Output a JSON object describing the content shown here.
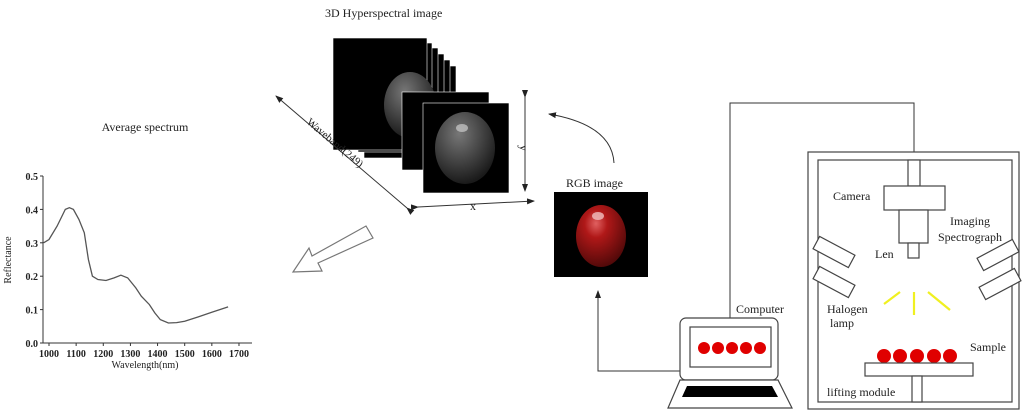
{
  "title_hyper": "3D Hyperspectral image",
  "title_spectrum": "Average spectrum",
  "label_waveband": "Waveband(249)",
  "label_x": "x",
  "label_y": "y",
  "label_rgb": "RGB image",
  "label_computer": "Computer",
  "label_camera": "Camera",
  "label_imaging_1": "Imaging",
  "label_imaging_2": "Spectrograph",
  "label_len": "Len",
  "label_halogen_1": "Halogen",
  "label_halogen_2": "lamp",
  "label_sample": "Sample",
  "label_lifting": "lifting module",
  "colors": {
    "sample": "#e00000",
    "light": "#f0f020"
  },
  "chart_data": {
    "type": "line",
    "title": "Average spectrum",
    "xlabel": "Wavelength(nm)",
    "ylabel": "Reflectance",
    "xlim": [
      978,
      1740
    ],
    "ylim": [
      0,
      0.5
    ],
    "xticks": [
      "1000",
      "1100",
      "1200",
      "1300",
      "1400",
      "1500",
      "1600",
      "1700"
    ],
    "yticks": [
      "0.0",
      "0.1",
      "0.2",
      "0.3",
      "0.4",
      "0.5"
    ],
    "x": [
      980,
      1000,
      1030,
      1060,
      1075,
      1090,
      1110,
      1130,
      1145,
      1160,
      1180,
      1210,
      1240,
      1265,
      1290,
      1320,
      1340,
      1370,
      1390,
      1410,
      1440,
      1470,
      1500,
      1550,
      1600,
      1660
    ],
    "y": [
      0.3,
      0.31,
      0.35,
      0.4,
      0.405,
      0.4,
      0.37,
      0.33,
      0.25,
      0.2,
      0.19,
      0.187,
      0.195,
      0.203,
      0.195,
      0.165,
      0.14,
      0.115,
      0.09,
      0.07,
      0.06,
      0.061,
      0.065,
      0.078,
      0.092,
      0.108
    ]
  }
}
